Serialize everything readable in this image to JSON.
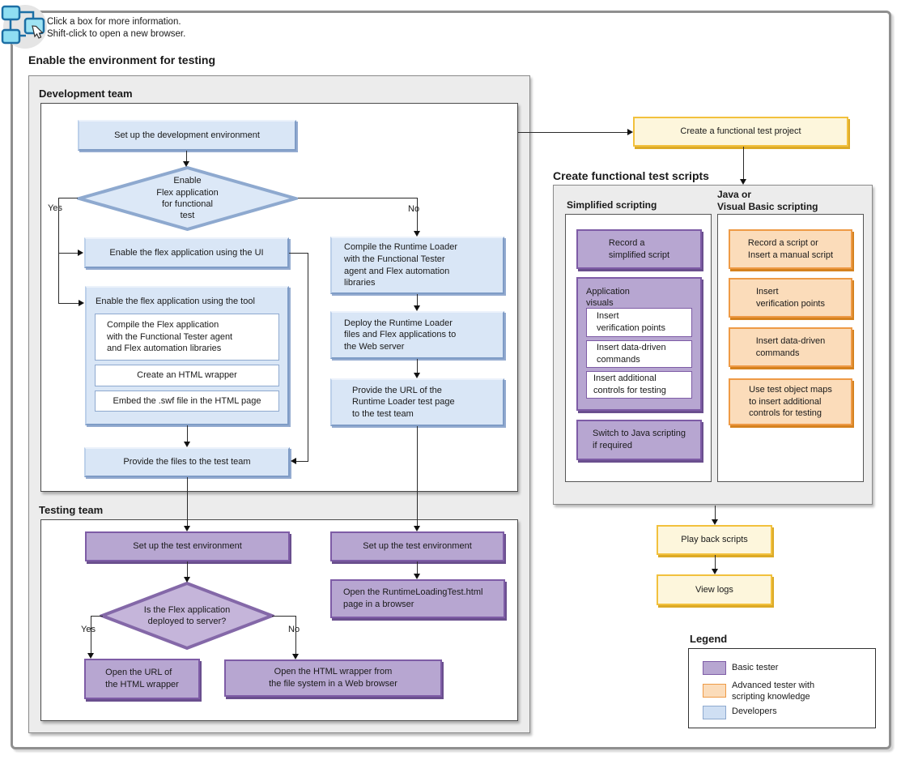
{
  "note": {
    "line1": "Click a box for more information.",
    "line2": "Shift-click to open a new browser."
  },
  "headings": {
    "enable_env": "Enable the environment for testing",
    "dev_team": "Development team",
    "test_team": "Testing team",
    "create_scripts": "Create functional test scripts",
    "simplified": "Simplified scripting",
    "java_vb": "Java or\nVisual Basic scripting",
    "legend": "Legend"
  },
  "dev_flow": {
    "setup_dev_env": "Set up the development environment",
    "decision_enable_flex": "Enable\nFlex application\nfor functional\ntest",
    "yes": "Yes",
    "no": "No",
    "enable_ui": "Enable the flex application using the UI",
    "enable_tool": "Enable the flex application using the tool",
    "compile_flex": "Compile the Flex application\nwith the Functional Tester agent\nand Flex automation libraries",
    "create_wrapper": "Create an HTML wrapper",
    "embed_swf": "Embed the .swf file in the HTML page",
    "provide_files": "Provide the files to the test team",
    "compile_runtime": "Compile the Runtime Loader\nwith the Functional Tester\nagent and Flex automation\nlibraries",
    "deploy_runtime": "Deploy the Runtime Loader\nfiles and Flex applications to\nthe Web server",
    "provide_url": "Provide the URL of the\nRuntime Loader test page\nto the test team"
  },
  "test_flow": {
    "setup_test_env_left": "Set up the test environment",
    "setup_test_env_right": "Set up the test environment",
    "decision_deployed": "Is the Flex application\ndeployed to server?",
    "yes": "Yes",
    "no": "No",
    "open_url": "Open the URL of\nthe HTML wrapper",
    "open_wrapper": "Open the HTML wrapper from\nthe file system in a Web browser",
    "open_runtime_page": "Open the RuntimeLoadingTest.html\npage in a browser"
  },
  "right_flow": {
    "create_project": "Create a functional test project",
    "play_back": "Play back scripts",
    "view_logs": "View logs"
  },
  "simplified_col": {
    "record": "Record a\nsimplified script",
    "app_visuals": "Application\nvisuals",
    "insert_vp": "Insert\nverification points",
    "insert_dd": "Insert data-driven\ncommands",
    "insert_ac": "Insert additional\ncontrols for testing",
    "switch_java": "Switch to Java scripting\nif required"
  },
  "java_col": {
    "record": "Record a script or\nInsert a manual script",
    "insert_vp": "Insert\nverification points",
    "insert_dd": "Insert data-driven\ncommands",
    "use_maps": "Use test object maps\nto insert additional\ncontrols for testing"
  },
  "legend": {
    "items": [
      {
        "label": "Basic tester",
        "color": "#b7a6d1"
      },
      {
        "label": "Advanced tester with\nscripting knowledge",
        "color": "#fbdcba"
      },
      {
        "label": "Developers",
        "color": "#cfdff3"
      }
    ]
  },
  "colors": {
    "basic_tester_fill": "#b7a6d1",
    "basic_tester_border": "#7e5ca6",
    "advanced_tester_fill": "#fbdcba",
    "advanced_tester_border": "#ee9a46",
    "developers_fill": "#d9e6f6",
    "developers_border": "#7f9cc6",
    "milestone_fill": "#fdf6dc",
    "milestone_border": "#f2c13d"
  }
}
